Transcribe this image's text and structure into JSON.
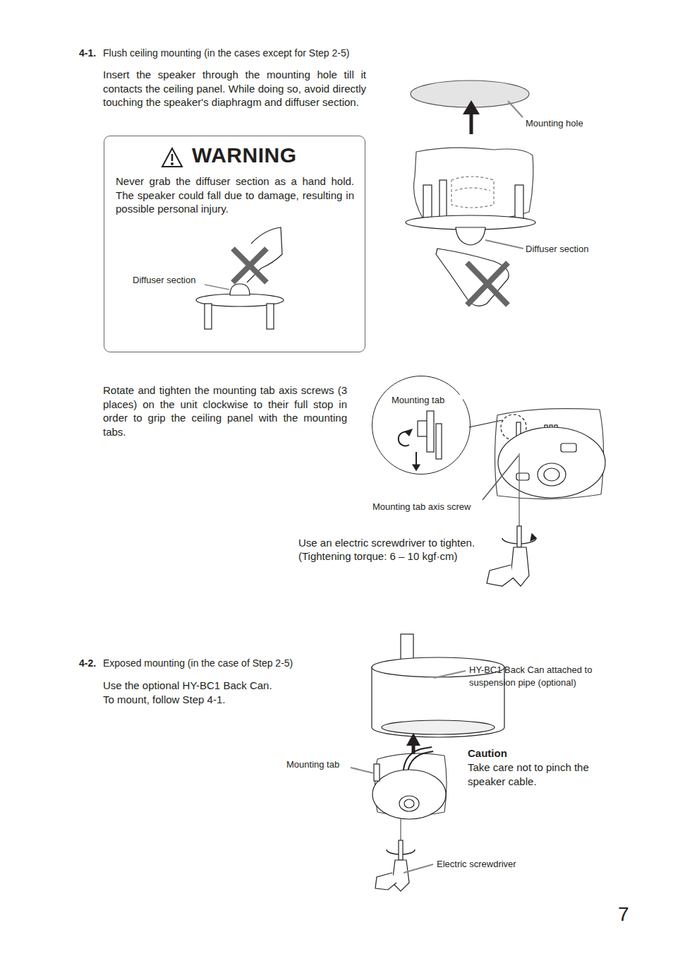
{
  "diagram": {
    "nodes": [
      {
        "text": [
          "WARNING",
          "Never grab the diffuser section as a hand hold. The speaker could fall due to damage, resulting in possible personal injury."
        ]
      },
      {
        "text": [
          "Mounting tab"
        ]
      }
    ],
    "labels": [
      "4-1.",
      "Flush ceiling mounting (in the cases except for Step 2-5)",
      "Insert the speaker through the mounting hole till it contacts the ceiling panel. While doing so, avoid directly touching the speaker's diaphragm and diffuser section.",
      "Mounting hole",
      "Diffuser section",
      "Diffuser section",
      "Rotate and tighten the mounting tab axis screws (3 places) on the unit clockwise to their full stop in order to grip the ceiling panel with the mounting tabs.",
      "Mounting tab axis screw",
      "Use an electric screwdriver to tighten.",
      "(Tightening torque: 6 – 10 kgf·cm)",
      "4-2.",
      "Exposed mounting (in the case of Step 2-5)",
      "Use the optional HY-BC1 Back Can.",
      "To mount, follow Step 4-1.",
      "HY-BC1 Back Can attached to suspension pipe (optional)",
      "Mounting tab",
      "Caution",
      "Take care not to pinch the speaker cable.",
      "Electric screwdriver",
      "7"
    ]
  }
}
